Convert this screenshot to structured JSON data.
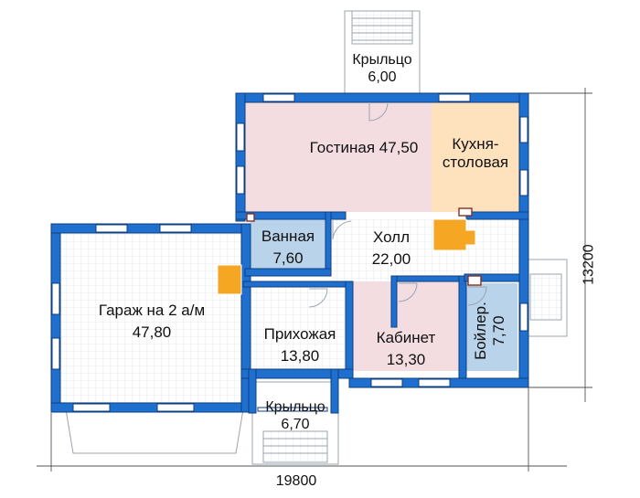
{
  "plan": {
    "rooms": [
      {
        "id": "living",
        "name": "Гостиная",
        "area": "47,50",
        "color": "#f3dde1"
      },
      {
        "id": "kitchen",
        "name_line1": "Кухня-",
        "name_line2": "столовая",
        "color": "#fde2bd"
      },
      {
        "id": "bath",
        "name": "Ванная",
        "area": "7,60",
        "color": "#b9d3ea"
      },
      {
        "id": "hall",
        "name": "Холл",
        "area": "22,00",
        "color": "#ffffff"
      },
      {
        "id": "garage",
        "name": "Гараж на 2 а/м",
        "area": "47,80",
        "color": "#ffffff"
      },
      {
        "id": "entry",
        "name": "Прихожая",
        "area": "13,80",
        "color": "#ffffff"
      },
      {
        "id": "office",
        "name": "Кабинет",
        "area": "13,30",
        "color": "#f3dde1"
      },
      {
        "id": "boiler",
        "name": "Бойлер.",
        "area": "7,70",
        "color": "#b9d3ea"
      }
    ],
    "porches": [
      {
        "id": "porch-top",
        "name": "Крыльцо",
        "area": "6,00"
      },
      {
        "id": "porch-bottom",
        "name": "Крыльцо",
        "area": "6,70"
      }
    ],
    "dimensions": {
      "width": "19800",
      "height": "13200"
    },
    "colors": {
      "wall": "#1f6fcf",
      "wall_edge": "#0d3f80",
      "stairs": "#f5a623",
      "dim_line": "#555555",
      "grid": "#e4e9ef"
    }
  }
}
